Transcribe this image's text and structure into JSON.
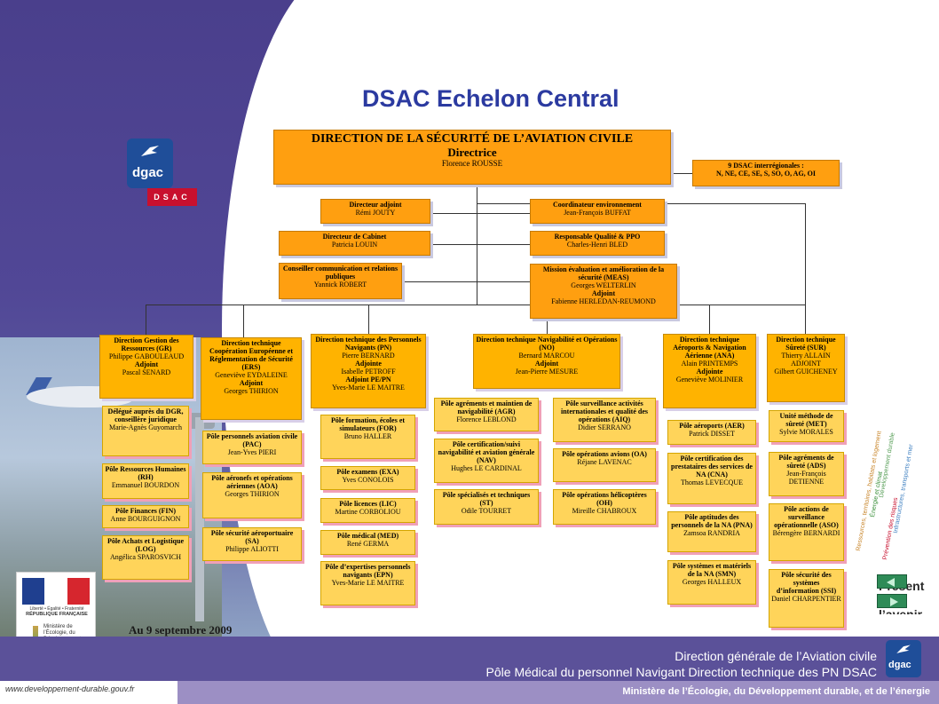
{
  "title": "DSAC Echelon Central",
  "logo": {
    "dgac": "dgac",
    "dsac": "DSAC"
  },
  "top": {
    "title": "DIRECTION DE LA SÉCURITÉ DE L’AVIATION CIVILE",
    "role": "Directrice",
    "name": "Florence ROUSSE"
  },
  "interreg": {
    "title": "9 DSAC interrégionales :",
    "list": "N, NE, CE, SE, S, SO, O, AG, OI"
  },
  "staff_left": [
    {
      "title": "Directeur adjoint",
      "name": "Rémi JOUTY"
    },
    {
      "title": "Directeur de Cabinet",
      "name": "Patricia LOUIN"
    },
    {
      "title": "Conseiller communication et  relations publiques",
      "name": "Yannick ROBERT"
    }
  ],
  "staff_right": [
    {
      "title": "Coordinateur environnement",
      "name": "Jean-François BUFFAT"
    },
    {
      "title": "Responsable Qualité & PPO",
      "name": "Charles-Henri BLED"
    },
    {
      "title": "Mission évaluation et amélioration de la sécurité (MEAS)",
      "name": "Georges WELTERLIN",
      "deputy_label": "Adjoint",
      "deputy": "Fabienne HERLEDAN-REUMOND"
    }
  ],
  "directions": [
    {
      "title": "Direction Gestion des Ressources (GR)",
      "name": "Philippe GABOULEAUD",
      "deputy_label": "Adjoint",
      "deputy": "Pascal SENARD"
    },
    {
      "title": "Direction technique Coopération Européenne et Réglementation de Sécurité (ERS)",
      "name": "Geneviève EYDALEINE",
      "deputy_label": "Adjoint",
      "deputy": "Georges THIRION"
    },
    {
      "title": "Direction technique des Personnels Navigants (PN)",
      "name": "Pierre BERNARD",
      "deputy_label": "Adjointe",
      "deputy": "Isabelle PETROFF",
      "deputy2_label": "Adjoint PE/PN",
      "deputy2": "Yves-Marie LE  MAITRE"
    },
    {
      "title": "Direction technique Navigabilité et Opérations (NO)",
      "name": "Bernard MARCOU",
      "deputy_label": "Adjoint",
      "deputy": "Jean-Pierre MESURE"
    },
    {
      "title": "Direction technique Aéroports & Navigation Aérienne (ANA)",
      "name": "Alain PRINTEMPS",
      "deputy_label": "Adjointe",
      "deputy": "Geneviève MOLINIER"
    },
    {
      "title": "Direction technique Sûreté (SUR)",
      "name": "Thierry ALLAIN",
      "deputy_label": "ADJOINT",
      "deputy": "Gilbert GUICHENEY"
    }
  ],
  "gr_units": [
    {
      "title": "Délégué auprès du DGR, conseillère juridique",
      "name": "Marie-Agnès Guyomarch"
    },
    {
      "title": "Pôle Ressources Humaines (RH)",
      "name": "Emmanuel BOURDON"
    },
    {
      "title": "Pôle Finances (FIN)",
      "name": "Anne BOURGUIGNON"
    },
    {
      "title": "Pôle Achats et Logistique (LOG)",
      "name": "Angélica SPAROSVICH"
    }
  ],
  "ers_units": [
    {
      "title": "Pôle personnels aviation civile (PAC)",
      "name": "Jean-Yves PIERI"
    },
    {
      "title": "Pôle aéronefs et opérations aériennes (AOA)",
      "name": "Georges THIRION"
    },
    {
      "title": "Pôle sécurité aéroportuaire (SA)",
      "name": "Philippe ALIOTTI"
    }
  ],
  "pn_units": [
    {
      "title": "Pôle formation, écoles et simulateurs (FOR)",
      "name": "Bruno HALLER"
    },
    {
      "title": "Pôle examens (EXA)",
      "name": "Yves CONOLOIS"
    },
    {
      "title": "Pôle licences (LIC)",
      "name": "Martine CORBOLIOU"
    },
    {
      "title": "Pôle médical (MED)",
      "name": "René GERMA"
    },
    {
      "title": "Pôle d’expertises personnels navigants (EPN)",
      "name": "Yves-Marie LE MAITRE"
    }
  ],
  "no_units_left": [
    {
      "title": "Pôle agréments et maintien de navigabilité (AGR)",
      "name": "Florence LEBLOND"
    },
    {
      "title": "Pôle certification/suivi navigabilité et aviation générale (NAV)",
      "name": "Hughes LE CARDINAL"
    },
    {
      "title": "Pôle spécialisés et techniques (ST)",
      "name": "Odile TOURRET"
    }
  ],
  "no_units_right": [
    {
      "title": "Pôle surveillance activités internationales et qualité des opérations (AIQ)",
      "name": "Didier SERRANO"
    },
    {
      "title": "Pôle opérations avions (OA)",
      "name": "Réjane LAVENAC"
    },
    {
      "title": "Pôle opérations hélicoptères (OH)",
      "name": "Mireille CHABROUX"
    }
  ],
  "ana_units": [
    {
      "title": "Pôle aéroports (AER)",
      "name": "Patrick DISSET"
    },
    {
      "title": "Pôle certification des prestataires des services de NA (CNA)",
      "name": "Thomas LEVECQUE"
    },
    {
      "title": "Pôle aptitudes des personnels de la NA (PNA)",
      "name": "Zamsoa RANDRIA"
    },
    {
      "title": "Pôle systèmes et matériels de la NA (SMN)",
      "name": "Georges HALLEUX"
    }
  ],
  "sur_units": [
    {
      "title": "Unité méthode de sûreté (MET)",
      "name": "Sylvie MORALES"
    },
    {
      "title": "Pôle agréments de sûreté (ADS)",
      "name": "Jean-François DETIENNE"
    },
    {
      "title": "Pôle actions de surveillance opérationnelle (ASO)",
      "name": "Bérengère BERNARDI"
    },
    {
      "title": "Pôle sécurité des systèmes d’information (SSI)",
      "name": "Daniel CHARPENTIER"
    }
  ],
  "date": "Au 9 septembre 2009",
  "rf": {
    "motto": "Liberté • Égalité • Fraternité",
    "country": "RÉPUBLIQUE FRANÇAISE",
    "ministry": "Ministère de l’Écologie, du Développement durable, des Transports et du Logement"
  },
  "side_words": [
    "Ressources, territoires, habitats et logement",
    "Énergie et climat",
    "Développement durable",
    "Prévention des risques",
    "Infrastructures, transports et mer"
  ],
  "nav": {
    "presentation": "Présent ouvr l’avenir"
  },
  "footer": {
    "line1": "Direction générale de l’Aviation civile",
    "line2": "Pôle Médical du personnel Navigant Direction technique des PN DSAC",
    "url": "www.developpement-durable.gouv.fr",
    "ministry": "Ministère de l’Écologie, du Développement durable, et de l’énergie"
  }
}
